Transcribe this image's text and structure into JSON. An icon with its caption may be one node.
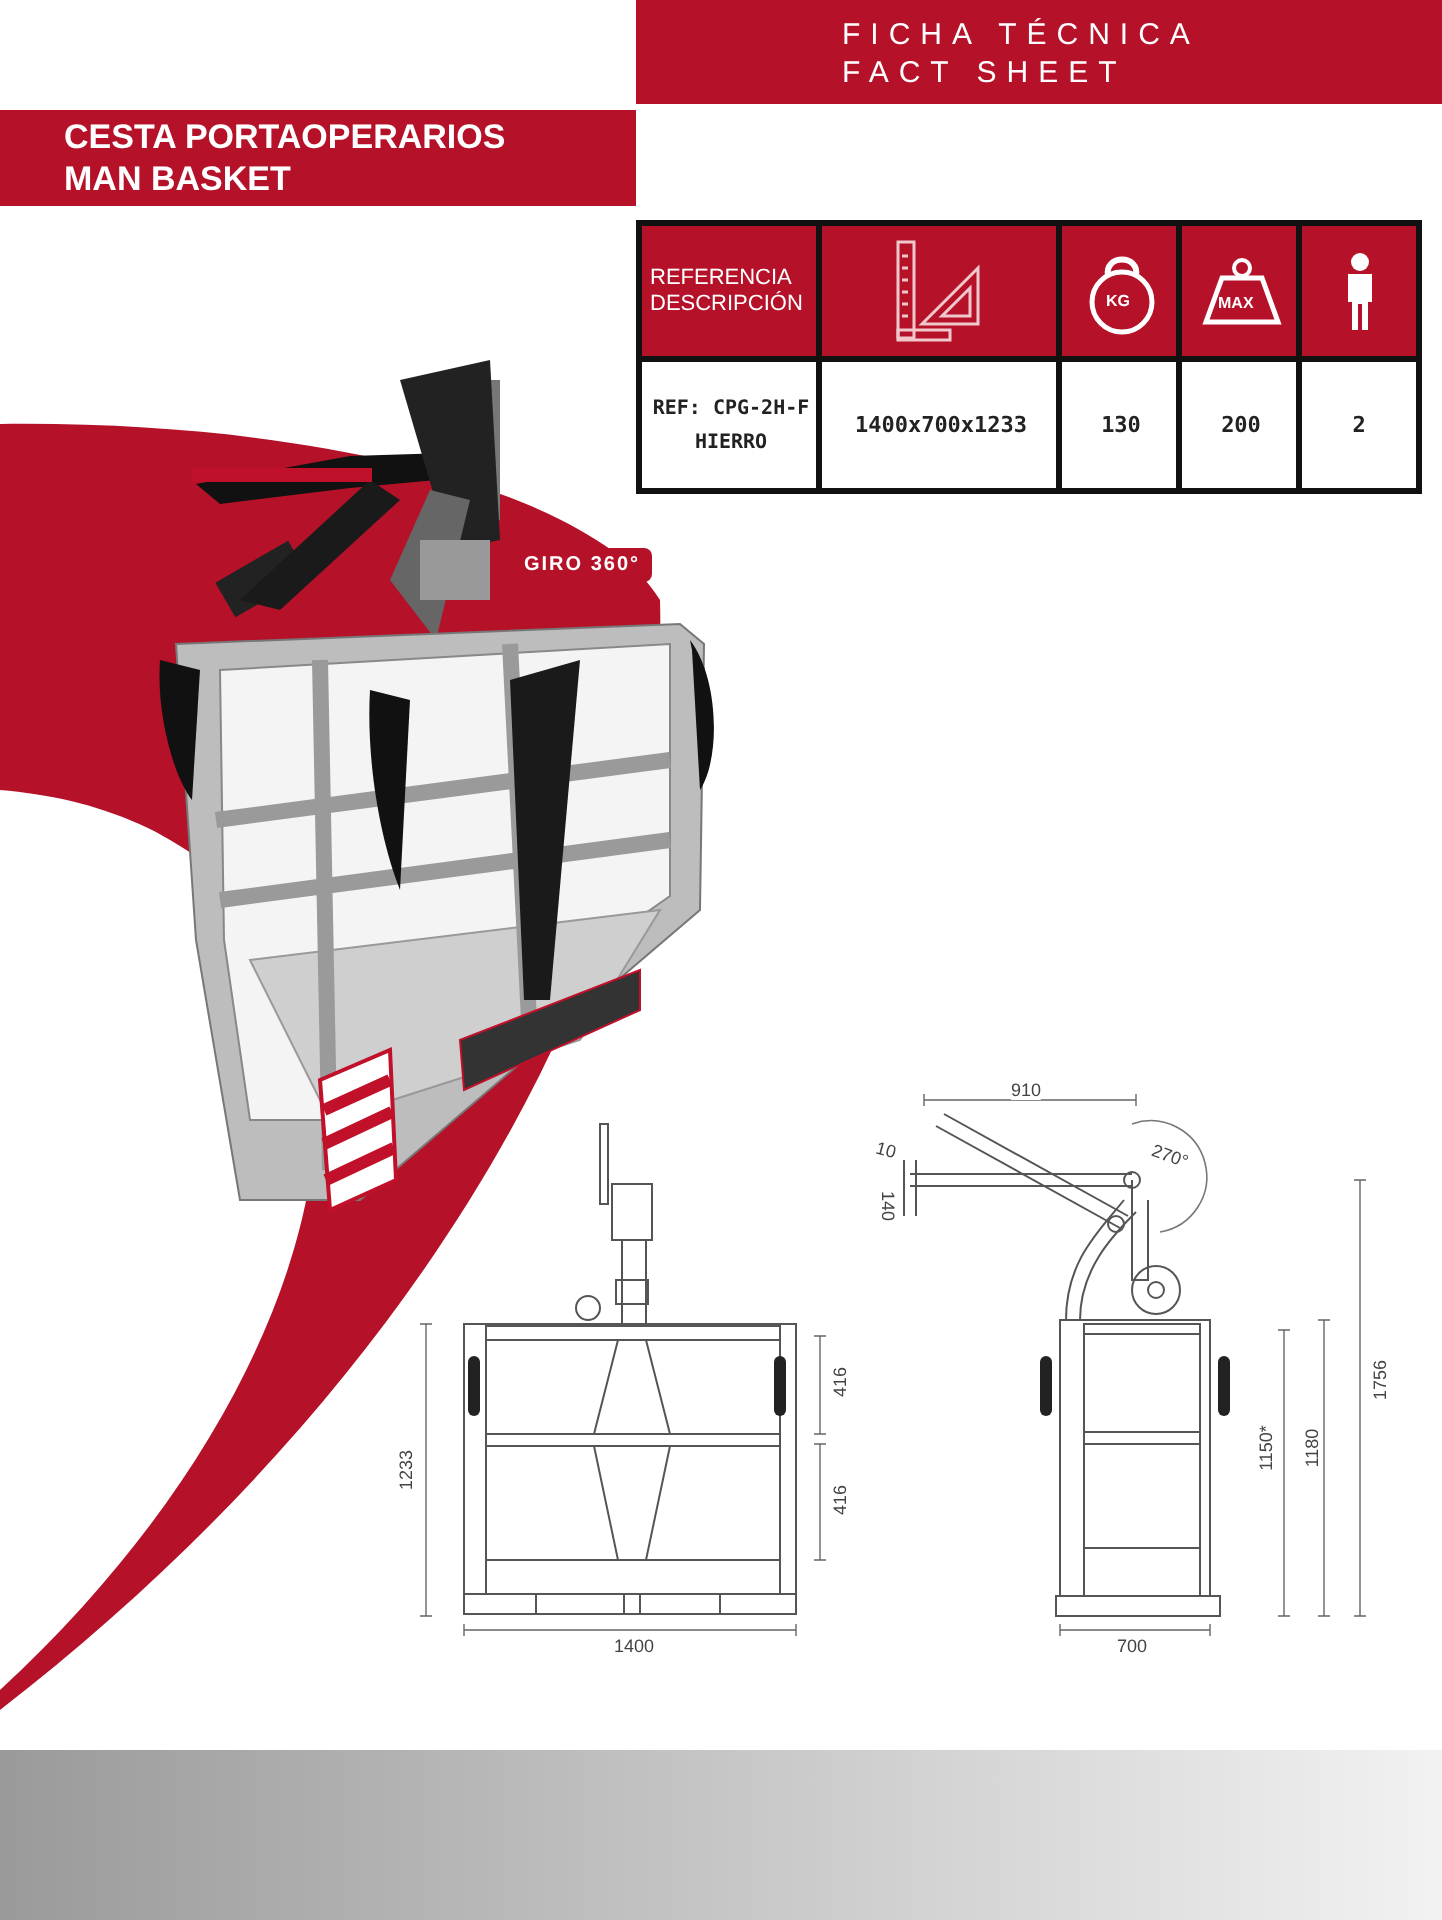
{
  "diagram": {
    "title": "CESTA PORTAOPERARIOS MAN BASKET",
    "labels": [
      "FICHA TÉCNICA FACT SHEET",
      "REFERENCIA DESCRIPCIÓN",
      "KG",
      "MAX",
      "REF: CPG-2H-F HIERRO",
      "1400x700x1233",
      "130",
      "200",
      "2",
      "GIRO 360°",
      "910",
      "10",
      "270°",
      "140",
      "416",
      "1756",
      "1233",
      "1150*",
      "1180",
      "416",
      "1400",
      "700"
    ]
  }
}
